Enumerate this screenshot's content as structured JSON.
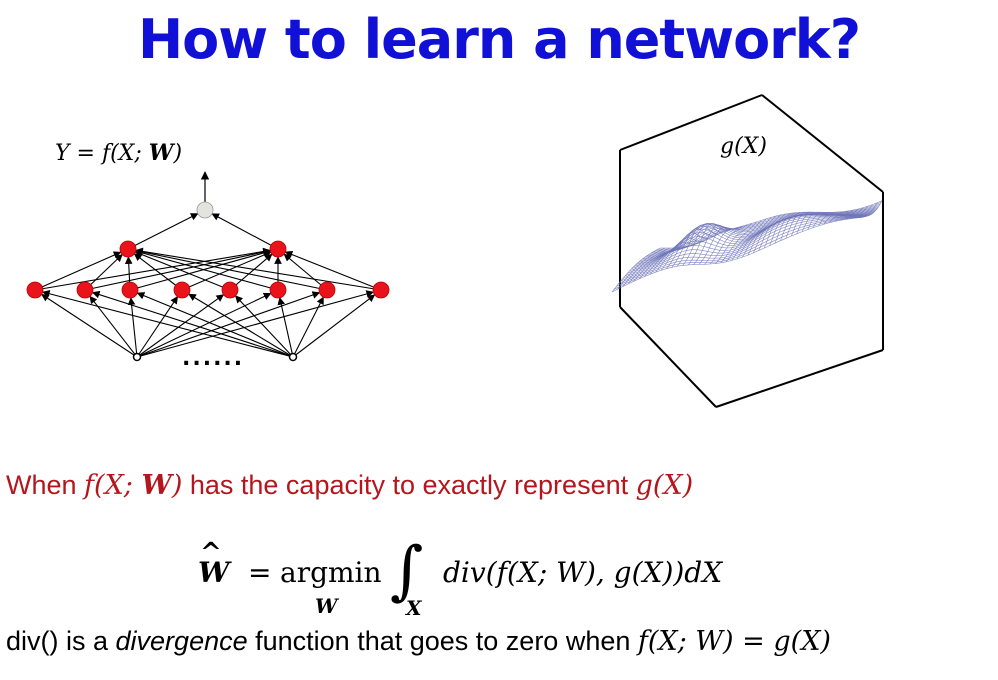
{
  "title": "How to learn a network?",
  "network": {
    "output_label_lhs": "Y = f(X; ",
    "output_label_w": "W",
    "output_label_rhs": ")",
    "dots": "......"
  },
  "surface": {
    "label": "g(X)"
  },
  "capacity_line": {
    "text1": "When ",
    "f_lhs": "f(X; ",
    "f_w": "W",
    "f_rhs": ")",
    "text2": " has the capacity to exactly represent ",
    "g": "g(X)"
  },
  "equation": {
    "lhs": "W",
    "equals": "=",
    "op": "argmin",
    "op_sub": "W",
    "integral": "∫",
    "integral_sub": "X",
    "integrand": "div(f(X; W), g(X))dX"
  },
  "divergence_line": {
    "text1": "div() is a ",
    "emph": "divergence",
    "text2": " function that goes to zero when ",
    "eq": "f(X; W) = g(X)"
  },
  "colors": {
    "title": "#1010d6",
    "highlight": "#b3161c",
    "node": "#e8131b",
    "output_node": "#e4e4de",
    "mesh": "#6f74b8"
  }
}
